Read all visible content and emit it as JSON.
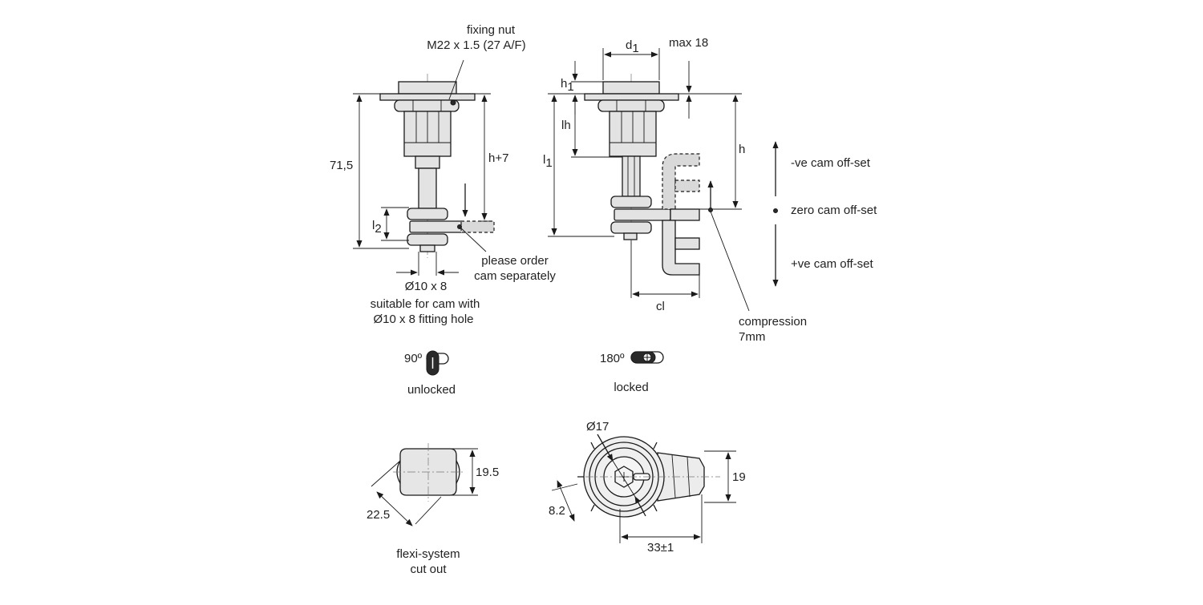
{
  "labels": {
    "fixing_nut_1": "fixing nut",
    "fixing_nut_2": "M22 x 1.5 (27 A/F)",
    "dim_71_5": "71,5",
    "dim_h_plus_7": "h+7",
    "dim_l2": "l",
    "dim_l2_sub": "2",
    "please_order_1": "please order",
    "please_order_2": "cam separately",
    "dia_10x8": "Ø10 x 8",
    "suitable_1": "suitable for cam with",
    "suitable_2": "Ø10 x 8 fitting hole",
    "dim_d1": "d",
    "dim_d1_sub": "1",
    "max_18": "max 18",
    "dim_h1": "h",
    "dim_h1_sub": "1",
    "dim_lh": "lh",
    "dim_l1": "l",
    "dim_l1_sub": "1",
    "dim_h": "h",
    "dim_cl": "cl",
    "neg_offset": "-ve cam off-set",
    "zero_offset": "zero cam off-set",
    "pos_offset": "+ve cam off-set",
    "compression_1": "compression",
    "compression_2": "7mm",
    "angle_90": "90º",
    "unlocked": "unlocked",
    "angle_180": "180º",
    "locked": "locked",
    "dim_19_5": "19.5",
    "dim_22_5": "22.5",
    "flexi_1": "flexi-system",
    "flexi_2": "cut out",
    "dim_17": "Ø17",
    "dim_8_2": "8.2",
    "dim_19": "19",
    "dim_33": "33±1"
  }
}
